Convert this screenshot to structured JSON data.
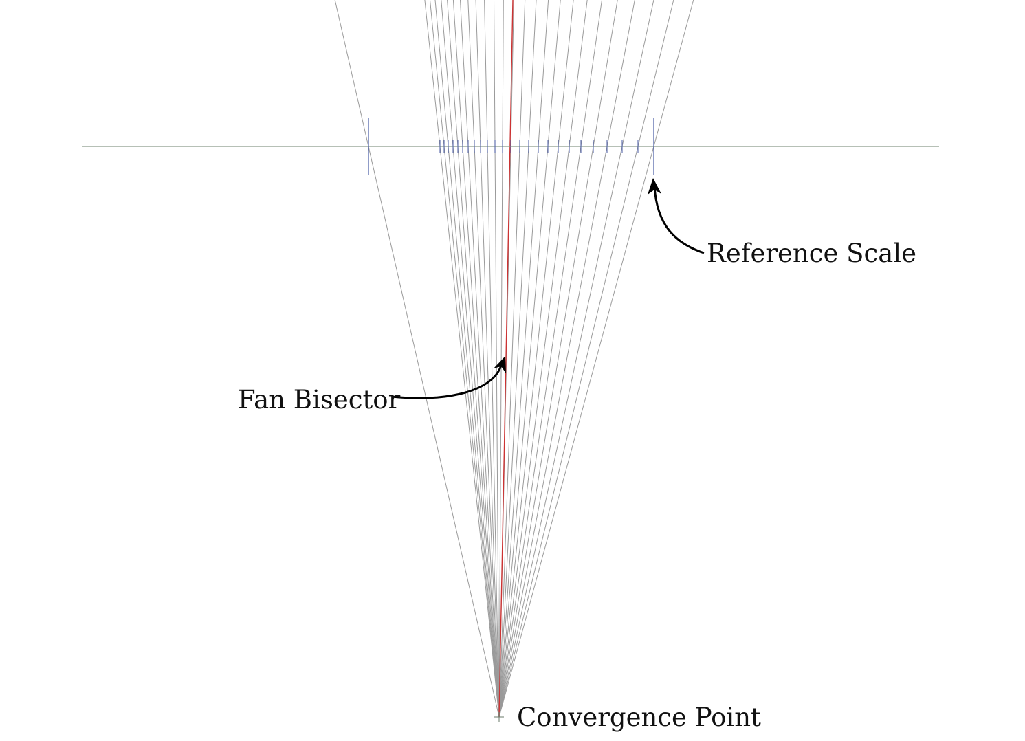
{
  "labels": {
    "reference_scale": "Reference Scale",
    "fan_bisector": "Fan Bisector",
    "convergence_point": "Convergence Point"
  },
  "colors": {
    "background": "#ffffff",
    "ray": "#9a9a9a",
    "bisector": "#cc3333",
    "baseline": "#8a9a8a",
    "tick": "#5566aa",
    "arrow": "#000000",
    "text": "#111111"
  },
  "fan": {
    "ray_count": 25,
    "outlier_rays": 1
  }
}
